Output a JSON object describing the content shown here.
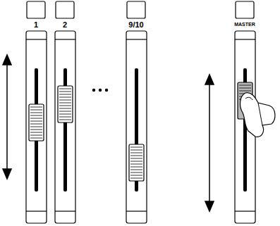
{
  "diagram": {
    "labels": [
      "1",
      "2",
      "9/10",
      "MASTER"
    ]
  }
}
